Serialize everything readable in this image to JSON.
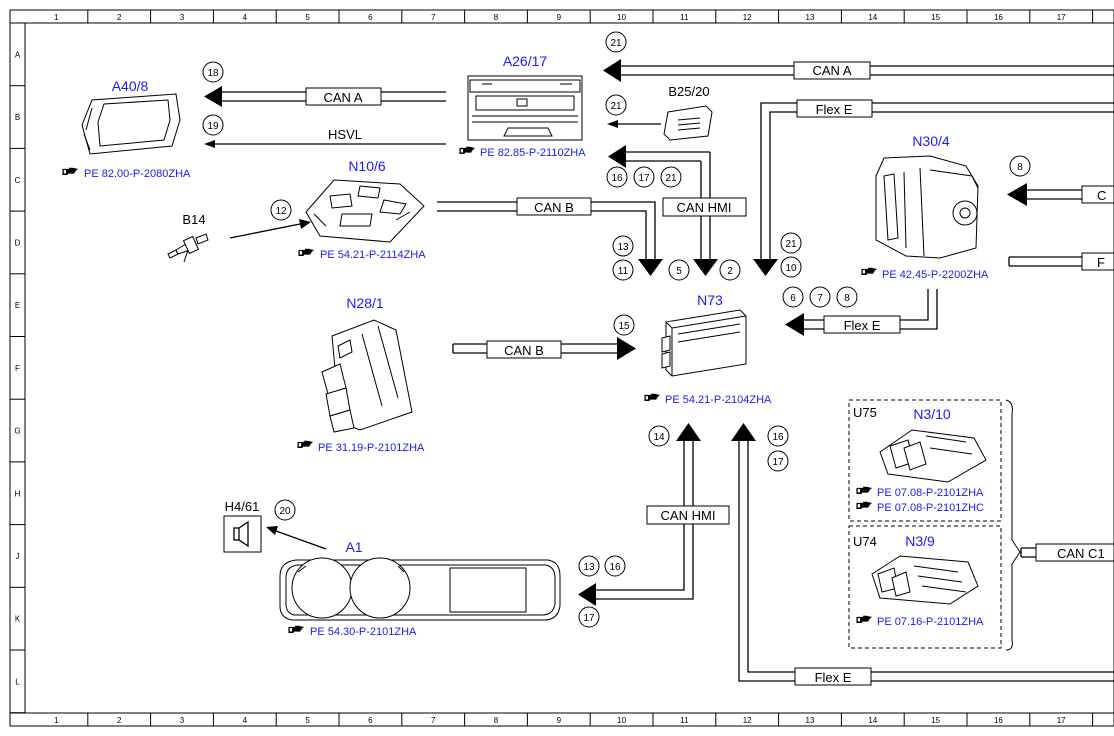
{
  "border": {
    "columns": [
      "1",
      "2",
      "3",
      "4",
      "5",
      "6",
      "7",
      "8",
      "9",
      "10",
      "11",
      "12",
      "13",
      "14",
      "15",
      "16",
      "17"
    ],
    "rows": [
      "A",
      "B",
      "C",
      "D",
      "E",
      "F",
      "G",
      "H",
      "J",
      "K",
      "L"
    ]
  },
  "components": {
    "a40_8": {
      "label": "A40/8",
      "ref": "PE 82.00-P-2080ZHA"
    },
    "a26_17": {
      "label": "A26/17",
      "ref": "PE 82.85-P-2110ZHA"
    },
    "b25_20": {
      "label": "B25/20"
    },
    "n30_4": {
      "label": "N30/4",
      "ref": "PE 42.45-P-2200ZHA"
    },
    "n10_6": {
      "label": "N10/6",
      "ref": "PE 54.21-P-2114ZHA"
    },
    "b14": {
      "label": "B14"
    },
    "n28_1": {
      "label": "N28/1",
      "ref": "PE 31.19-P-2101ZHA"
    },
    "n73": {
      "label": "N73",
      "ref": "PE 54.21-P-2104ZHA"
    },
    "n3_10": {
      "label": "N3/10",
      "group": "U75",
      "refs": [
        "PE 07.08-P-2101ZHA",
        "PE 07.08-P-2101ZHC"
      ]
    },
    "n3_9": {
      "label": "N3/9",
      "group": "U74",
      "ref": "PE 07.16-P-2101ZHA"
    },
    "h4_61": {
      "label": "H4/61"
    },
    "a1": {
      "label": "A1",
      "ref": "PE 54.30-P-2101ZHA"
    }
  },
  "buses": {
    "can_a_top": "CAN A",
    "can_a_left": "CAN A",
    "hsvl": "HSVL",
    "flex_e_top": "Flex E",
    "can_b_n10": "CAN B",
    "can_hmi_top": "CAN HMI",
    "can_b_n28": "CAN B",
    "flex_e_mid": "Flex E",
    "can_hmi_bottom": "CAN HMI",
    "flex_e_bottom": "Flex E",
    "can_c1": "CAN C1",
    "right_c": "C",
    "right_f": "F"
  },
  "signals": {
    "s21_a": "21",
    "s18": "18",
    "s19": "19",
    "s21_b": "21",
    "s16_c": "16",
    "s17_c": "17",
    "s21_c": "21",
    "s8": "8",
    "s12": "12",
    "s13_d": "13",
    "s11": "11",
    "s5": "5",
    "s2": "2",
    "s21_d": "21",
    "s10": "10",
    "s6": "6",
    "s7": "7",
    "s8_e": "8",
    "s15": "15",
    "s14": "14",
    "s16_g": "16",
    "s17_g": "17",
    "s20": "20",
    "s13_j": "13",
    "s16_j": "16",
    "s17_k": "17"
  },
  "icons": [
    "pointing-hand-icon",
    "speaker-icon",
    "temperature-sensor-icon"
  ]
}
